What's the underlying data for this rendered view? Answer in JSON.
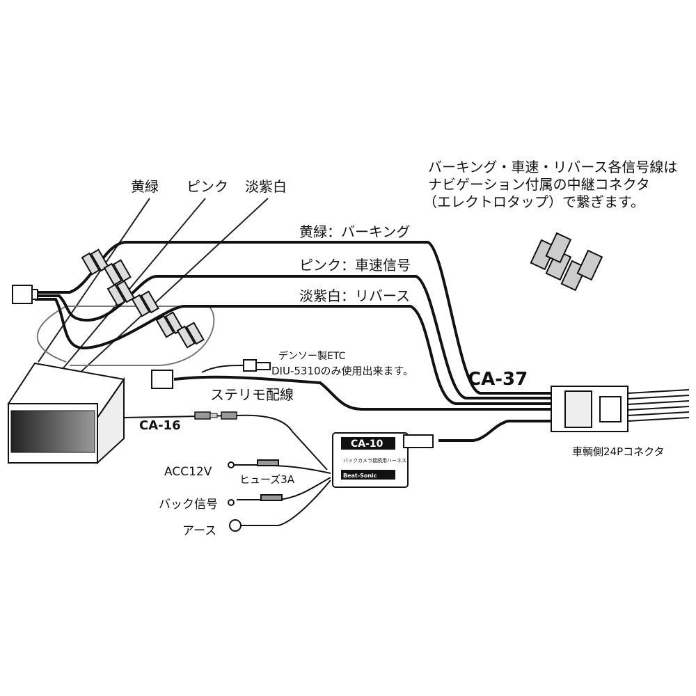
{
  "note": {
    "line1": "バーキング・車速・リバース各信号線は",
    "line2": "ナビゲーション付属の中継コネクタ",
    "line3": "（エレクトロタップ）で繋ぎます。"
  },
  "top_labels": {
    "yellow_green": "黄緑",
    "pink": "ピンク",
    "pale_violet_white": "淡紫白"
  },
  "wire_labels": {
    "parking": "黄緑：バーキング",
    "speed": "ピンク：車速信号",
    "reverse": "淡紫白：リバース"
  },
  "etc_note": {
    "line1": "デンソー製ETC",
    "line2": "DIU-5310のみ使用出来ます。"
  },
  "stereo_wiring": "ステリモ配線",
  "cables": {
    "ca37": "CA-37",
    "ca16": "CA-16",
    "ca10": "CA-10"
  },
  "ca10_box": {
    "line1": "バックカメラ接続用ハーネス",
    "line2": "Beat-Sonic"
  },
  "vehicle_connector": "車輌側24Pコネクタ",
  "inputs": {
    "acc": "ACC12V",
    "fuse": "ヒューズ3A",
    "back_signal": "バック信号",
    "ground": "アース"
  }
}
